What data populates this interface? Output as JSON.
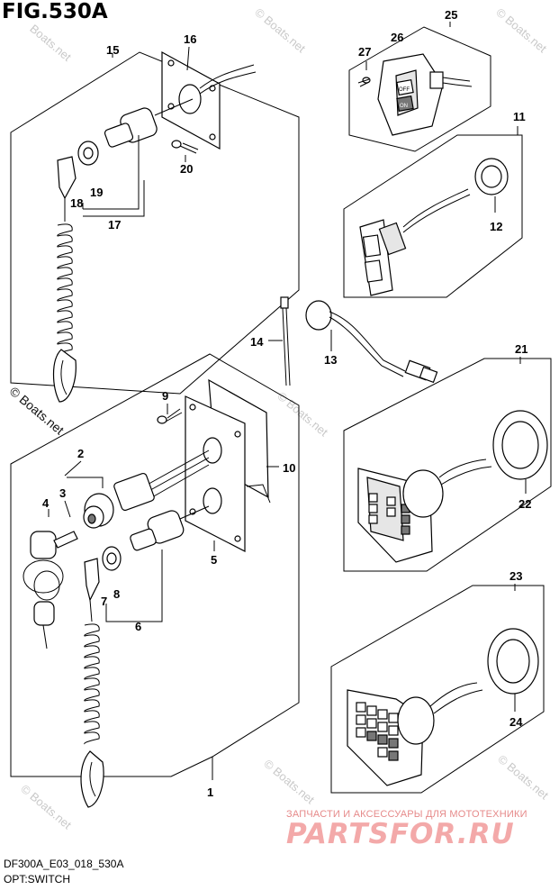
{
  "header": {
    "title": "FIG.530A"
  },
  "footer": {
    "code": "DF300A_E03_018_530A",
    "subtitle": "OPT:SWITCH"
  },
  "watermarks": {
    "boats": "© Boats.net",
    "boats_plain": "Boats.net"
  },
  "partsfor": {
    "tagline": "ЗАПЧАСТИ И АКСЕССУАРЫ ДЛЯ МОТОТЕХНИКИ",
    "logo": "PARTSFOR.RU"
  },
  "callouts": {
    "c1": "1",
    "c2": "2",
    "c3": "3",
    "c4": "4",
    "c5": "5",
    "c6": "6",
    "c7": "7",
    "c8": "8",
    "c9": "9",
    "c10": "10",
    "c11": "11",
    "c12": "12",
    "c13": "13",
    "c14": "14",
    "c15": "15",
    "c16": "16",
    "c17": "17",
    "c18": "18",
    "c19": "19",
    "c20": "20",
    "c21": "21",
    "c22": "22",
    "c23": "23",
    "c24": "24",
    "c25": "25",
    "c26": "26",
    "c27": "27"
  },
  "switch_labels": {
    "on": "ON",
    "off": "OFF"
  }
}
